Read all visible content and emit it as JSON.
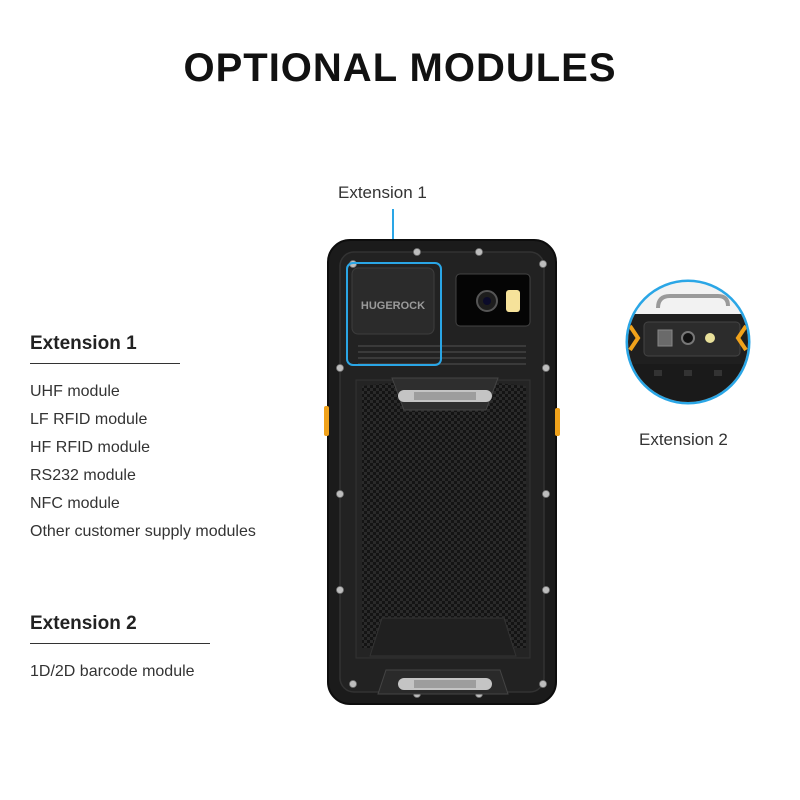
{
  "title": "OPTIONAL MODULES",
  "extension1": {
    "heading": "Extension 1",
    "items": [
      "UHF module",
      "LF RFID module",
      "HF RFID module",
      "RS232 module",
      "NFC module",
      "Other customer supply modules"
    ]
  },
  "extension2": {
    "heading": "Extension 2",
    "items": [
      "1D/2D barcode module"
    ]
  },
  "callouts": {
    "top_label": "Extension 1",
    "right_label": "Extension 2"
  },
  "device": {
    "brand_logo_text": "HUGEROCK"
  },
  "colors": {
    "highlight": "#2aa6e6",
    "device_body": "#1c1c1c",
    "accent": "#f0a21b"
  }
}
